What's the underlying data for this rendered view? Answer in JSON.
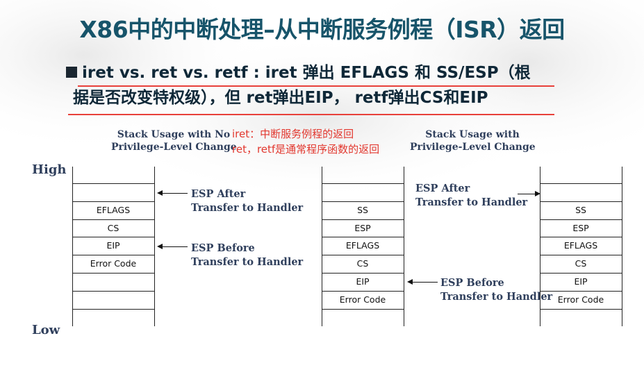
{
  "slide": {
    "title": "X86中的中断处理–从中断服务例程（ISR）返回",
    "bullet_line1": "iret vs. ret vs. retf : iret 弹出 EFLAGS 和 SS/ESP（根",
    "bullet_line2": "据是否改变特权级），但 ret弹出EIP， retf弹出CS和EIP"
  },
  "annotation": {
    "line1": "iret：中断服务例程的返回",
    "line2": "ret，retf是通常程序函数的返回"
  },
  "diagram": {
    "left_caption_line1": "Stack Usage with No",
    "left_caption_line2": "Privilege-Level Change",
    "right_caption_line1": "Stack Usage with",
    "right_caption_line2": "Privilege-Level Change",
    "axis_high": "High",
    "axis_low": "Low",
    "left_stack": [
      "",
      "",
      "EFLAGS",
      "CS",
      "EIP",
      "Error Code",
      "",
      ""
    ],
    "middle_stack": [
      "",
      "",
      "SS",
      "ESP",
      "EFLAGS",
      "CS",
      "EIP",
      "Error Code"
    ],
    "right_stack": [
      "",
      "",
      "SS",
      "ESP",
      "EFLAGS",
      "CS",
      "EIP",
      "Error Code"
    ],
    "left_after_label_line1": "ESP After",
    "left_after_label_line2": "Transfer to Handler",
    "left_before_label_line1": "ESP Before",
    "left_before_label_line2": "Transfer to Handler",
    "right_after_label_line1": "ESP After",
    "right_after_label_line2": "Transfer to Handler",
    "right_before_label_line1": "ESP Before",
    "right_before_label_line2": "Transfer to Handler"
  },
  "colors": {
    "title": "#17546a",
    "annotation": "#e2372e",
    "serif_text": "#2f3f5c"
  }
}
